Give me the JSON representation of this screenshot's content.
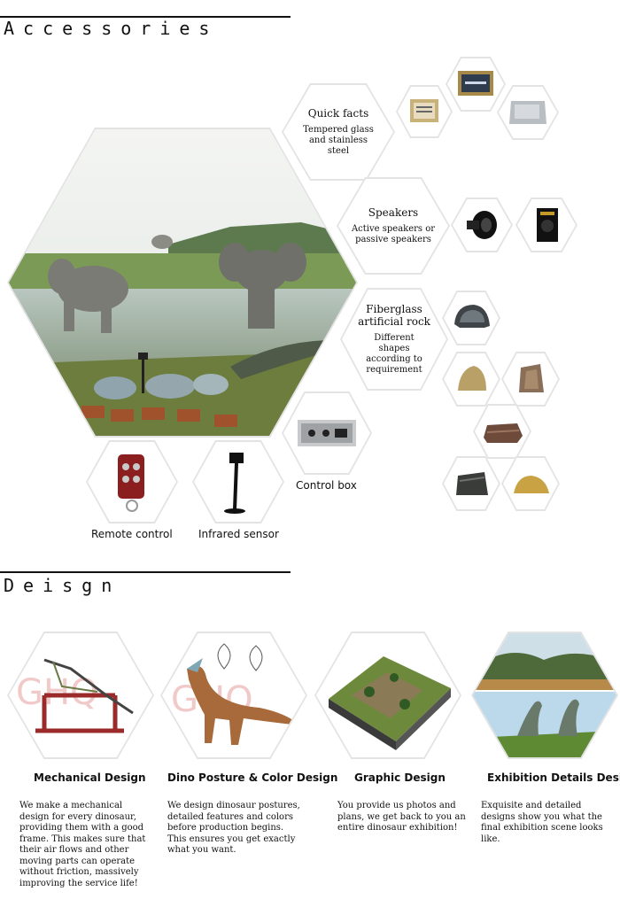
{
  "accessories": {
    "title": "Accessories",
    "quick_facts": {
      "title": "Quick facts",
      "desc": "Tempered glass and stainless steel"
    },
    "speakers": {
      "title": "Speakers",
      "desc": "Active speakers or passive speakers"
    },
    "rock": {
      "title": "Fiberglass artificial rock",
      "desc": "Different shapes according to requirement"
    },
    "control_box": "Control box",
    "remote_control": "Remote control",
    "infrared_sensor": "Infrared sensor"
  },
  "design": {
    "title": "Deisgn",
    "items": [
      {
        "title": "Mechanical Design",
        "text": " We make a mechanical design for every dinosaur, providing them with a good frame. This makes sure that their air flows and other moving parts can operate without friction, massively improving the service life!"
      },
      {
        "title": "Dino Posture & Color Design",
        "text": "We design dinosaur postures, detailed features and colors before production begins. This ensures you get exactly what you want."
      },
      {
        "title": "Graphic Design",
        "text": "You provide us photos and plans, we get back to you an entire dinosaur exhibition!"
      },
      {
        "title": "Exhibition Details Design",
        "text": "Exquisite and detailed designs show you what the final exhibition scene looks like."
      }
    ]
  },
  "colors": {
    "rule": "#111111",
    "hex_border": "#e3e3e3"
  }
}
